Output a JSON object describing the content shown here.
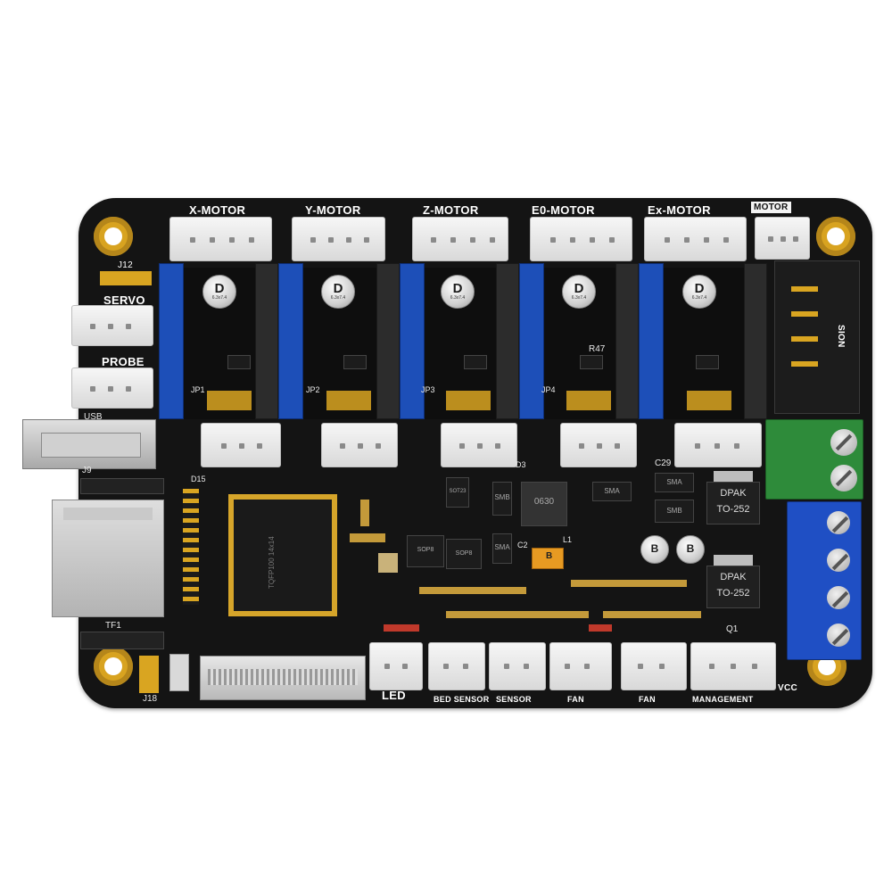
{
  "board": {
    "top_connectors": [
      "X-MOTOR",
      "Y-MOTOR",
      "Z-MOTOR",
      "E0-MOTOR",
      "Ex-MOTOR",
      "MOTOR"
    ],
    "left_labels": {
      "j12": "J12",
      "servo": "SERVO",
      "probe": "PROBE",
      "usb": "USB",
      "j9": "J9",
      "tf1": "TF1",
      "j18": "J18"
    },
    "bottom_connectors": [
      "LED",
      "BED SENSOR",
      "SENSOR",
      "FAN",
      "FAN",
      "MANAGEMENT"
    ],
    "right_labels": {
      "vcc": "VCC",
      "side_header": "SION"
    },
    "jumper_labels": [
      "JP1",
      "JP2",
      "JP3",
      "JP4"
    ],
    "misc_labels": {
      "r47": "R47",
      "c29": "C29",
      "d15": "D15",
      "d3": "D3",
      "q1": "Q1",
      "l1": "L1",
      "c2": "C2"
    },
    "capacitor_letter": "D",
    "capacitor_rating": "6.3x7.4",
    "mcu_label": "TQFP100 14x14",
    "mosfet_labels": [
      "DPAK",
      "TO-252"
    ],
    "diode_labels": [
      "SMB",
      "SMA"
    ],
    "inductor_label": "0630",
    "ic_labels": [
      "SOP8",
      "SOT23"
    ],
    "small_cap_letter": "B",
    "fuse_letter": "B"
  },
  "colors": {
    "pcb": "#141414",
    "gold": "#d9a521",
    "driver_header": "#1d4fb8",
    "green_terminal": "#2e8b3a",
    "blue_terminal": "#1f4fc4",
    "connector": "#f2f2f2"
  }
}
